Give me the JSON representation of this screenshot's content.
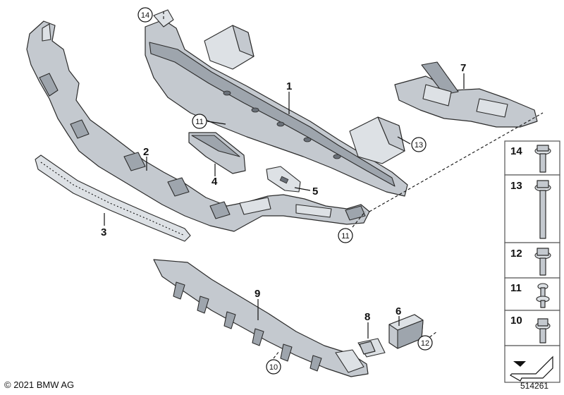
{
  "callouts": {
    "c1": "1",
    "c2": "2",
    "c3": "3",
    "c4": "4",
    "c5": "5",
    "c6": "6",
    "c7": "7",
    "c8": "8",
    "c9": "9",
    "c11a": "11",
    "c11b": "11",
    "c12": "12",
    "c13": "13",
    "c14": "14",
    "c10": "10"
  },
  "fastener_panel": {
    "rows": [
      {
        "label": "14",
        "icon": "flange-bolt-short-icon"
      },
      {
        "label": "13",
        "icon": "flange-bolt-long-icon"
      },
      {
        "label": "12",
        "icon": "flange-bolt-medium-icon"
      },
      {
        "label": "11",
        "icon": "expanding-rivet-icon"
      },
      {
        "label": "10",
        "icon": "flange-screw-icon"
      }
    ]
  },
  "footer": {
    "copyright": "© 2021 BMW AG",
    "doc_id": "514261"
  }
}
